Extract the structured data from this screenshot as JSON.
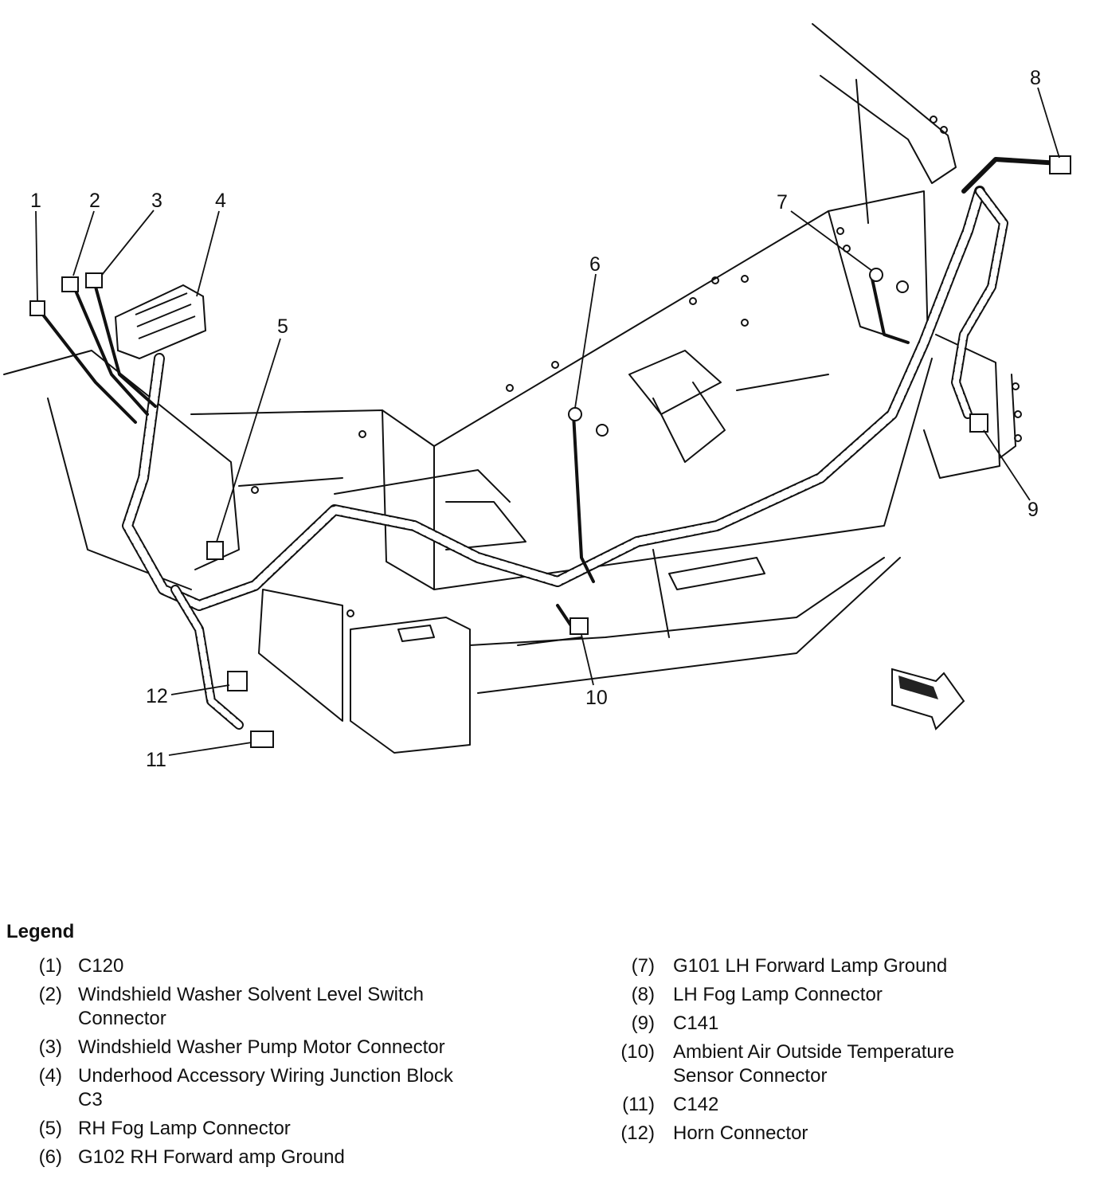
{
  "callouts": [
    "1",
    "2",
    "3",
    "4",
    "5",
    "6",
    "7",
    "8",
    "9",
    "10",
    "11",
    "12"
  ],
  "legend": {
    "title": "Legend",
    "left": [
      {
        "num": "(1)",
        "text": "C120"
      },
      {
        "num": "(2)",
        "text": "Windshield Washer Solvent Level Switch Connector"
      },
      {
        "num": "(3)",
        "text": "Windshield Washer Pump Motor Connector"
      },
      {
        "num": "(4)",
        "text": "Underhood Accessory Wiring Junction Block C3"
      },
      {
        "num": "(5)",
        "text": "RH Fog Lamp Connector"
      },
      {
        "num": "(6)",
        "text": "G102 RH Forward amp Ground"
      }
    ],
    "right": [
      {
        "num": "(7)",
        "text": "G101 LH Forward Lamp Ground"
      },
      {
        "num": "(8)",
        "text": "LH Fog Lamp Connector"
      },
      {
        "num": "(9)",
        "text": "C141"
      },
      {
        "num": "(10)",
        "text": "Ambient Air Outside Temperature Sensor Connector"
      },
      {
        "num": "(11)",
        "text": "C142"
      },
      {
        "num": "(12)",
        "text": "Horn Connector"
      }
    ]
  }
}
